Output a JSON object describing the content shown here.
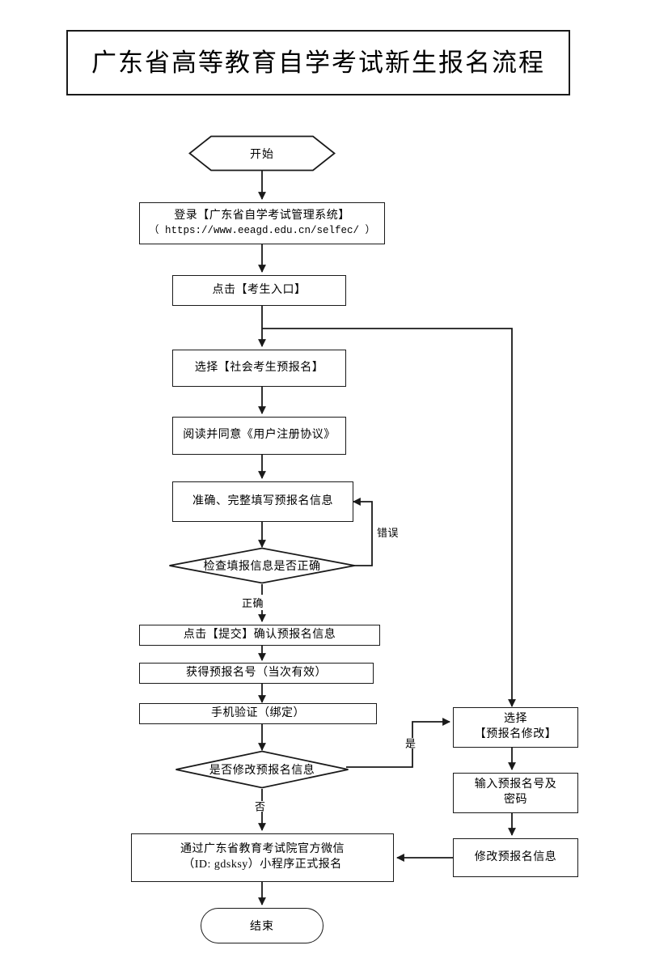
{
  "title": "广东省高等教育自学考试新生报名流程",
  "nodes": {
    "start": "开始",
    "login_line1": "登录【广东省自学考试管理系统】",
    "login_line2": "（ https://www.eeagd.edu.cn/selfec/ ）",
    "click_entry": "点击【考生入口】",
    "select_pre_reg": "选择【社会考生预报名】",
    "read_agree": "阅读并同意《用户注册协议》",
    "fill_info": "准确、完整填写预报名信息",
    "check_info": "检查填报信息是否正确",
    "submit_confirm": "点击【提交】确认预报名信息",
    "get_number": "获得预报名号（当次有效）",
    "phone_verify": "手机验证（绑定）",
    "modify_decision": "是否修改预报名信息",
    "select_modify_line1": "选择",
    "select_modify_line2": "【预报名修改】",
    "input_num_line1": "输入预报名号及",
    "input_num_line2": "密码",
    "modify_info": "修改预报名信息",
    "wechat_line1": "通过广东省教育考试院官方微信",
    "wechat_line2": "（ID: gdsksy）小程序正式报名",
    "end": "结束"
  },
  "edge_labels": {
    "error": "错误",
    "correct": "正确",
    "yes": "是",
    "no": "否"
  },
  "colors": {
    "stroke": "#1a1a1a",
    "background": "#ffffff",
    "text": "#000000"
  }
}
